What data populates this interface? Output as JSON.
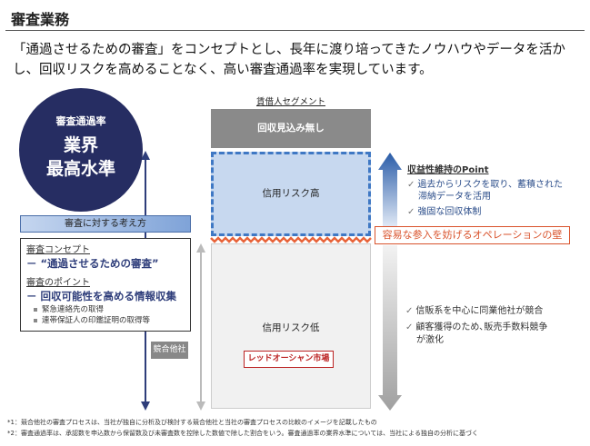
{
  "title": "審査業務",
  "intro": "「通過させるための審査」をコンセプトとし、長年に渡り培ってきたノウハウやデータを活かし、回収リスクを高めることなく、高い審査通過率を実現しています。",
  "circle": {
    "label": "審査通過率",
    "line1": "業界",
    "line2": "最高水準"
  },
  "approach": {
    "header": "審査に対する考え方",
    "concept_label": "審査コンセプト",
    "concept": "－ “通過させるための審査”",
    "point_label": "審査のポイント",
    "point": "－ 回収可能性を高める情報収集",
    "subs": [
      "緊急連絡先の取得",
      "連帯保証人の印鑑証明の取得等"
    ]
  },
  "competitor": "競合他社",
  "segment": {
    "label": "賃借人セグメント",
    "none": "回収見込み無し",
    "high": "信用リスク高",
    "low": "信用リスク低",
    "red_ocean": "レッドオーシャン市場"
  },
  "wall": "容易な参入を妨げるオペレーションの壁",
  "profit": {
    "title": "収益性維持のPoint",
    "items": [
      "過去からリスクを取り、蓄積された滞納データを活用",
      "強固な回収体制"
    ]
  },
  "competition": {
    "items": [
      "信販系を中心に同業他社が競合",
      "顧客獲得のため､販売手数料競争が激化"
    ]
  },
  "check": "✓",
  "footnotes": [
    "*1：競合他社の審査プロセスは、当社が独自に分析及び検討する競合他社と当社の審査プロセスの比較のイメージを記載したもの",
    "*2：審査通過率は、承認数を申込数から保留数及び未審査数を控除した数値で除した割合をいう。審査通過率の業界水準については、当社による独自の分析に基づく"
  ]
}
